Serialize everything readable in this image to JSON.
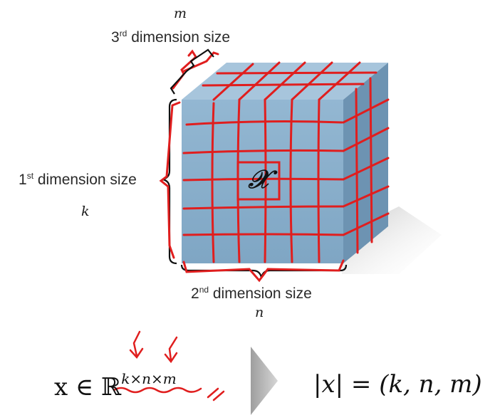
{
  "labels": {
    "dim3": {
      "prefix": "3",
      "suffix": "rd",
      "text": " dimension size",
      "var": "m"
    },
    "dim1": {
      "prefix": "1",
      "suffix": "st",
      "text": " dimension size",
      "var": "k"
    },
    "dim2": {
      "prefix": "2",
      "suffix": "nd",
      "text": " dimension size",
      "var": "n"
    }
  },
  "cube": {
    "center_symbol": "𝒳"
  },
  "formula_left": {
    "lhs": "x ∈ ℝ",
    "superscript": "k×n×m"
  },
  "formula_right": {
    "text": "|x| = (k, n, m)"
  },
  "colors": {
    "cube_front": "#8aafcb",
    "cube_top": "#a4c2d9",
    "cube_side": "#6f95b3",
    "annotation": "#e01e1e",
    "arrow": "#b8b8b8"
  }
}
